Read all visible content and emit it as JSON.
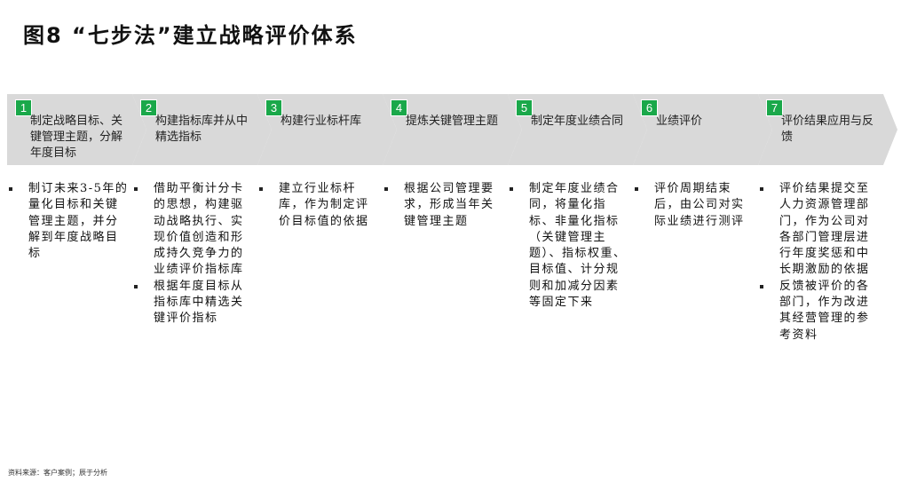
{
  "title": "图8 “七步法”建立战略评价体系",
  "colors": {
    "chevron": "#d9d9d9",
    "badge": "#1aa84a"
  },
  "steps": [
    {
      "number": "1",
      "label": "制定战略目标、关键管理主题，分解年度目标",
      "bullets": [
        "制订未来3-5年的量化目标和关键管理主题，并分解到年度战略目标"
      ]
    },
    {
      "number": "2",
      "label": "构建指标库并从中精选指标",
      "bullets": [
        "借助平衡计分卡的思想，构建驱动战略执行、实现价值创造和形成持久竞争力的业绩评价指标库",
        "根据年度目标从指标库中精选关键评价指标"
      ]
    },
    {
      "number": "3",
      "label": "构建行业标杆库",
      "bullets": [
        "建立行业标杆库，作为制定评价目标值的依据"
      ]
    },
    {
      "number": "4",
      "label": "提炼关键管理主题",
      "bullets": [
        "根据公司管理要求，形成当年关键管理主题"
      ]
    },
    {
      "number": "5",
      "label": "制定年度业绩合同",
      "bullets": [
        "制定年度业绩合同，将量化指标、非量化指标（关键管理主题）、指标权重、目标值、计分规则和加减分因素等固定下来"
      ]
    },
    {
      "number": "6",
      "label": "业绩评价",
      "bullets": [
        "评价周期结束后，由公司对实际业绩进行测评"
      ]
    },
    {
      "number": "7",
      "label": "评价结果应用与反馈",
      "bullets": [
        "评价结果提交至人力资源管理部门，作为公司对各部门管理层进行年度奖惩和中长期激励的依据",
        "反馈被评价的各部门，作为改进其经营管理的参考资料"
      ]
    }
  ],
  "footer": "资料来源：客户案例；辰于分析"
}
